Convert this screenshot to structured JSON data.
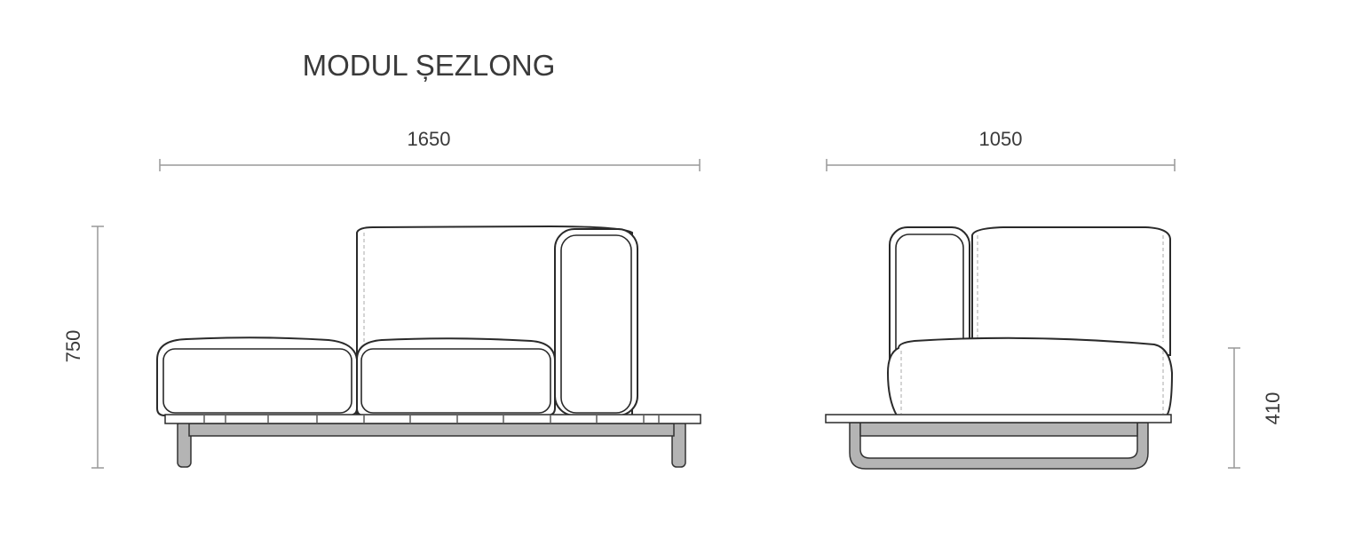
{
  "title": "MODUL ȘEZLONG",
  "dimensions": {
    "front_width": "1650",
    "side_depth": "1050",
    "height": "750",
    "seat_height": "410"
  },
  "colors": {
    "line": "#2a2a2a",
    "frame": "#b4b4b4",
    "dimension": "#999999",
    "text": "#3a3a3a"
  }
}
